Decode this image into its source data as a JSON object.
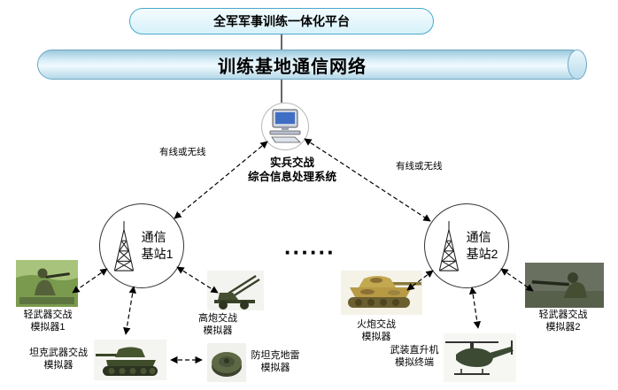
{
  "diagram": {
    "platform": {
      "label": "全军军事训练一体化平台"
    },
    "backbone": {
      "label": "训练基地通信网络"
    },
    "processor": {
      "line1": "实兵交战",
      "line2": "综合信息处理系统"
    },
    "links": {
      "left": "有线或无线",
      "right": "有线或无线"
    },
    "station1": {
      "line1": "通信",
      "line2": "基站1"
    },
    "station2": {
      "line1": "通信",
      "line2": "基站2"
    },
    "ellipsis": "······",
    "simulators": {
      "light1": {
        "line1": "轻武器交战",
        "line2": "模拟器1"
      },
      "tank": {
        "line1": "坦克武器交战",
        "line2": "模拟器"
      },
      "aa_gun": {
        "line1": "高炮交战",
        "line2": "模拟器"
      },
      "mine": {
        "line1": "防坦克地雷",
        "line2": "模拟器"
      },
      "artillery": {
        "line1": "火炮交战",
        "line2": "模拟器"
      },
      "helicopter": {
        "line1": "武装直升机",
        "line2": "模拟终端"
      },
      "light2": {
        "line1": "轻武器交战",
        "line2": "模拟器2"
      }
    },
    "colors": {
      "platform_fill": "#d8f1fa",
      "platform_border": "#49a8cc",
      "cylinder_fill": "#b3d8e9",
      "cylinder_border": "#6fa7c2",
      "line_color": "#000000"
    }
  }
}
